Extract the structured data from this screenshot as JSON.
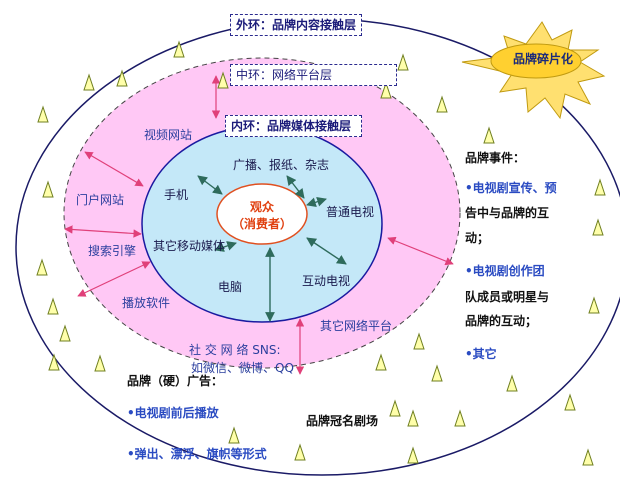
{
  "layers": {
    "outer": "外环：品牌内容接触层",
    "middle": "中环：网络平台层",
    "inner": "内环：品牌媒体接触层"
  },
  "center": {
    "line1": "观众",
    "line2": "（消费者）"
  },
  "burst_label": "品牌碎片化",
  "inner_items": {
    "broadcast": "广播、报纸、杂志",
    "phone": "手机",
    "tv": "普通电视",
    "other_mobile": "其它移动媒体",
    "pc": "电脑",
    "interactive_tv": "互动电视"
  },
  "middle_items": {
    "video_site": "视频网站",
    "portal": "门户网站",
    "search": "搜索引擎",
    "player": "播放软件",
    "other_platform": "其它网络平台",
    "sns_line1": "社 交 网 络 SNS:",
    "sns_line2": "如微信、微博、QQ"
  },
  "brand_events": {
    "title": "品牌事件：",
    "lines": [
      "•电视剧宣传、预",
      "告中与品牌的互",
      "动；",
      "•电视剧创作团",
      "队成员或明星与",
      "品牌的互动；",
      "•其它"
    ]
  },
  "brand_ads": {
    "title": "品牌（硬）广告：",
    "items": [
      "•电视剧前后播放",
      "•弹出、漂浮、旗帜等形式"
    ]
  },
  "title_sponsor": "品牌冠名剧场",
  "colors": {
    "outer_fill": "#ffffff",
    "middle_fill": "#ffc8f5",
    "inner_fill": "#c4e8f8",
    "inner_stroke": "#1a1aa0",
    "center_stroke": "#e05020",
    "pink_arrow": "#e0407a",
    "teal_arrow": "#2e6b5c",
    "burst_fill": "#ffe070",
    "bullet_text": "#2a4bc2"
  }
}
